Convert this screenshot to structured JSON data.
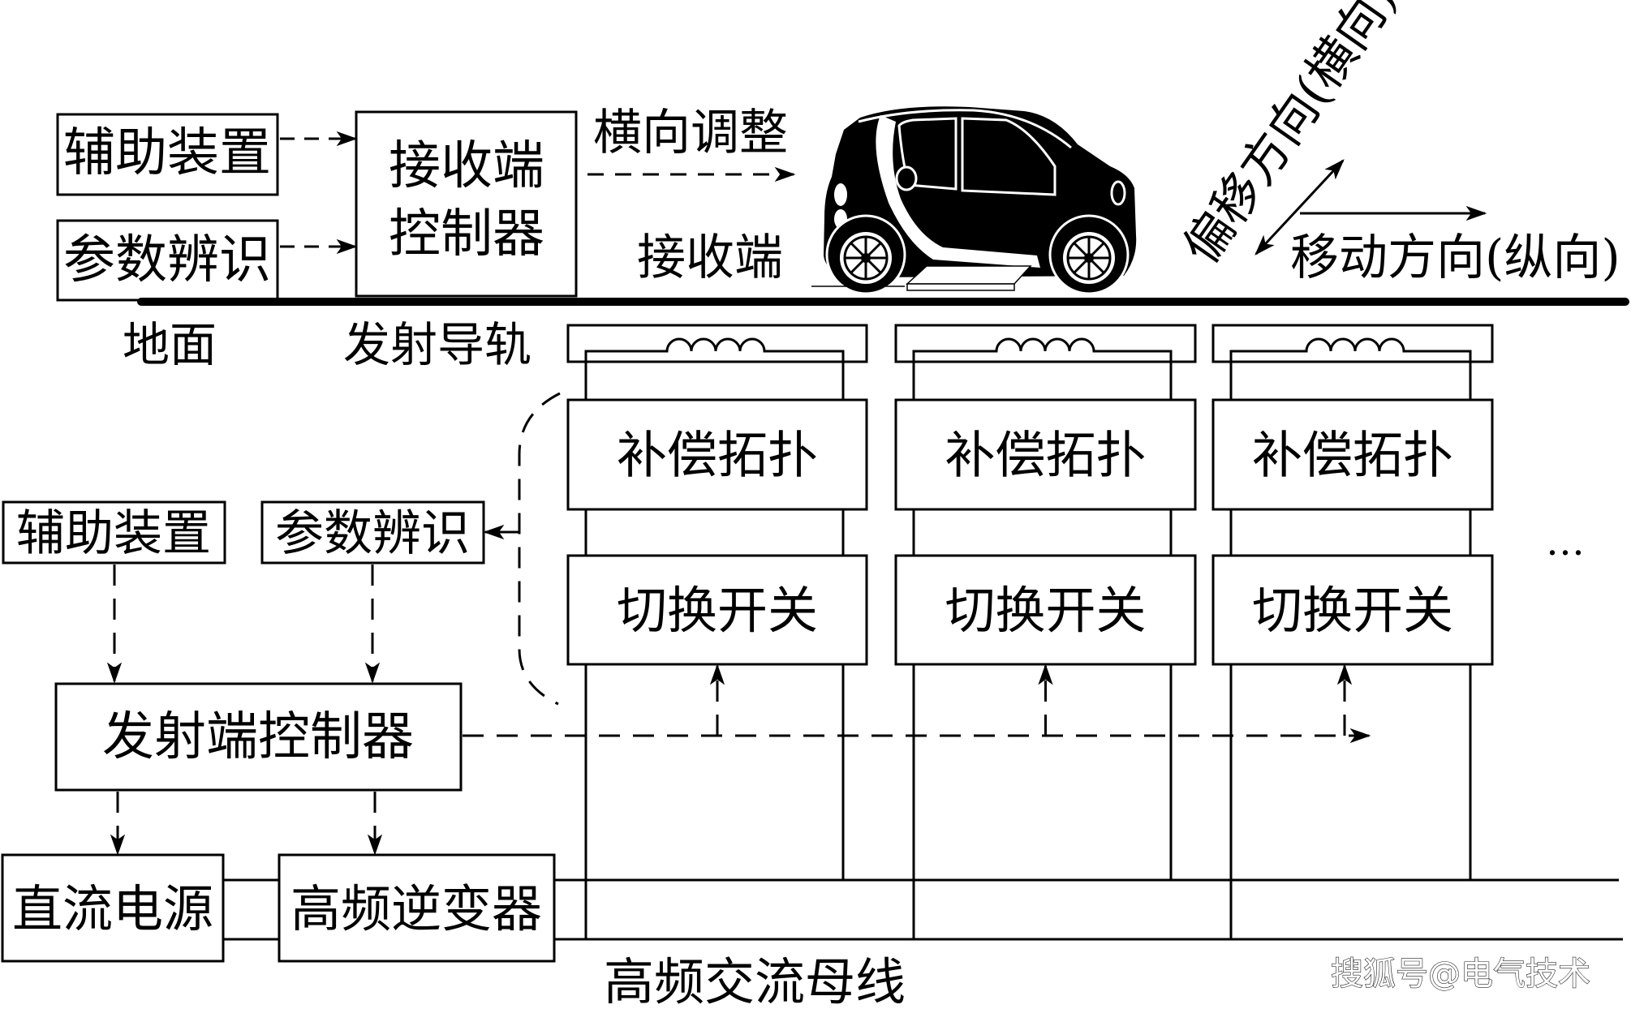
{
  "figure": {
    "type": "block-diagram",
    "subject": "segmented-rail dynamic wireless charging system"
  },
  "receiver_side": {
    "aux_device": "辅助装置",
    "param_identification": "参数辨识",
    "controller_line1": "接收端",
    "controller_line2": "控制器",
    "lateral_adjust_label": "横向调整",
    "receiver_label": "接收端"
  },
  "directions": {
    "offset_direction": "偏移方向(横向)",
    "moving_direction": "移动方向(纵向)"
  },
  "ground": {
    "ground_label": "地面",
    "rail_label": "发射导轨"
  },
  "segments": [
    {
      "compensation": "补偿拓扑",
      "switch": "切换开关"
    },
    {
      "compensation": "补偿拓扑",
      "switch": "切换开关"
    },
    {
      "compensation": "补偿拓扑",
      "switch": "切换开关"
    }
  ],
  "more_indicator": "…",
  "transmitter_side": {
    "aux_device": "辅助装置",
    "param_identification": "参数辨识",
    "controller": "发射端控制器",
    "dc_source": "直流电源",
    "hf_inverter": "高频逆变器",
    "bus_label": "高频交流母线"
  },
  "watermark": "搜狐号@电气技术"
}
